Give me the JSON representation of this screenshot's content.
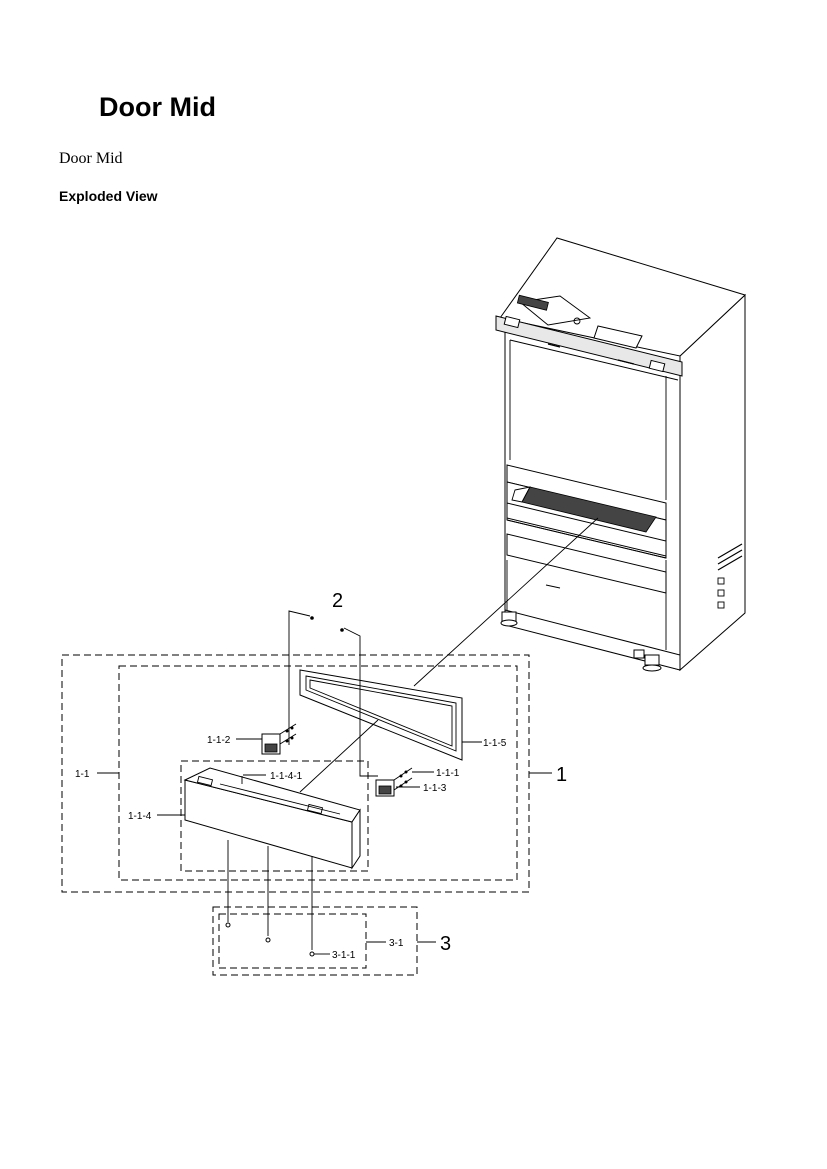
{
  "header": {
    "title": "Door Mid",
    "subtitle": "Door Mid",
    "section": "Exploded View"
  },
  "diagram": {
    "callouts": {
      "assembly_1": "1",
      "assembly_2": "2",
      "assembly_3": "3",
      "group_1_1": "1-1",
      "part_1_1_1": "1-1-1",
      "part_1_1_2": "1-1-2",
      "part_1_1_3": "1-1-3",
      "part_1_1_4": "1-1-4",
      "part_1_1_4_1": "1-1-4-1",
      "part_1_1_5": "1-1-5",
      "group_3_1": "3-1",
      "part_3_1_1": "3-1-1"
    }
  }
}
